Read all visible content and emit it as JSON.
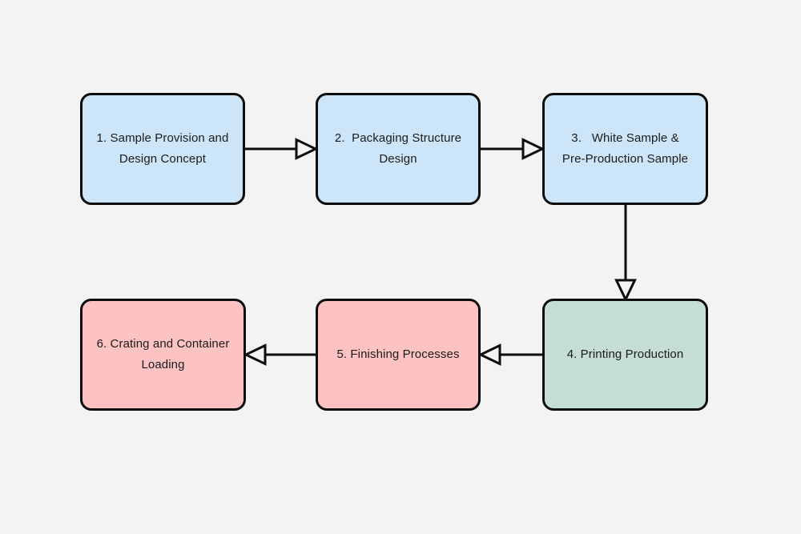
{
  "diagram": {
    "type": "flowchart",
    "background_color": "#f3f3f4",
    "stroke_color": "#0d0d0d",
    "text_color": "#1b1b1b",
    "nodes": [
      {
        "id": "1",
        "label": "1. Sample Provision and\nDesign Concept",
        "fill": "#cde5f9",
        "row": 1,
        "col": 1
      },
      {
        "id": "2",
        "label": "2.  Packaging Structure\nDesign",
        "fill": "#cde5f9",
        "row": 1,
        "col": 2
      },
      {
        "id": "3",
        "label": "3.   White Sample &\nPre-Production Sample",
        "fill": "#cde5f9",
        "row": 1,
        "col": 3
      },
      {
        "id": "4",
        "label": "4. Printing Production",
        "fill": "#c5ded3",
        "row": 2,
        "col": 3
      },
      {
        "id": "5",
        "label": "5. Finishing Processes",
        "fill": "#fdc2c2",
        "row": 2,
        "col": 2
      },
      {
        "id": "6",
        "label": "6. Crating and Container\nLoading",
        "fill": "#fdc2c2",
        "row": 2,
        "col": 1
      }
    ],
    "edges": [
      {
        "from": "1",
        "to": "2",
        "direction": "right",
        "arrowhead": "hollow-triangle"
      },
      {
        "from": "2",
        "to": "3",
        "direction": "right",
        "arrowhead": "hollow-triangle"
      },
      {
        "from": "3",
        "to": "4",
        "direction": "down",
        "arrowhead": "hollow-triangle"
      },
      {
        "from": "4",
        "to": "5",
        "direction": "left",
        "arrowhead": "hollow-triangle"
      },
      {
        "from": "5",
        "to": "6",
        "direction": "left",
        "arrowhead": "hollow-triangle"
      }
    ]
  }
}
